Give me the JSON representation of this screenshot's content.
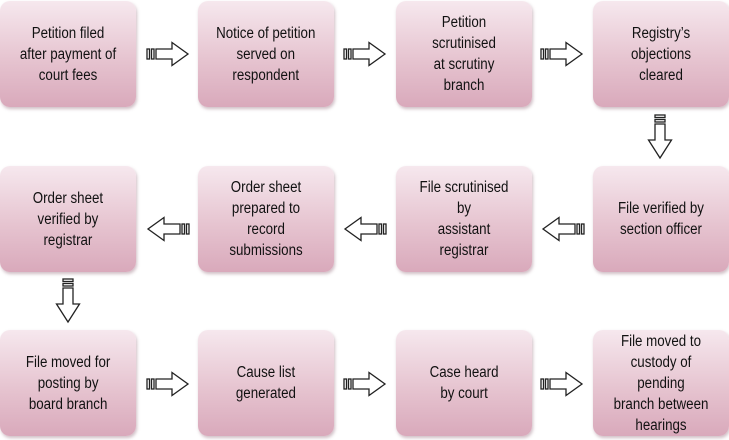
{
  "steps": [
    {
      "label": "Petition filed\nafter payment of\ncourt fees"
    },
    {
      "label": "Notice of petition\nserved on\nrespondent"
    },
    {
      "label": "Petition scrutinised\nat scrutiny branch"
    },
    {
      "label": "Registry’s\nobjections cleared"
    },
    {
      "label": "File verified by\nsection officer"
    },
    {
      "label": "File scrutinised by\nassistant registrar"
    },
    {
      "label": "Order sheet\nprepared to record\nsubmissions"
    },
    {
      "label": "Order sheet\nverified by\nregistrar"
    },
    {
      "label": "File moved for\nposting by\nboard branch"
    },
    {
      "label": "Cause list\ngenerated"
    },
    {
      "label": "Case heard\nby court"
    },
    {
      "label": "File moved to\ncustody of pending\nbranch between\nhearings"
    }
  ],
  "colors": {
    "box_top": "#f6e8ee",
    "box_bottom": "#d9a9bb",
    "arrow_stroke": "#222222",
    "arrow_fill": "#ffffff"
  }
}
